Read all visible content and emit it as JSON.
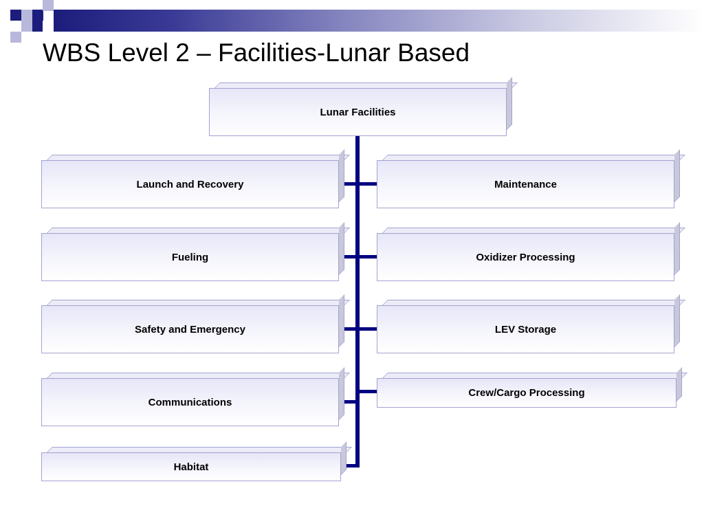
{
  "slide": {
    "title": "WBS Level 2 – Facilities-Lunar Based"
  },
  "diagram": {
    "root": {
      "label": "Lunar Facilities"
    },
    "left_items": [
      {
        "label": "Launch and Recovery"
      },
      {
        "label": "Fueling"
      },
      {
        "label": "Safety and Emergency"
      },
      {
        "label": "Communications"
      },
      {
        "label": "Habitat"
      }
    ],
    "right_items": [
      {
        "label": "Maintenance"
      },
      {
        "label": "Oxidizer Processing"
      },
      {
        "label": "LEV Storage"
      },
      {
        "label": "Crew/Cargo Processing"
      }
    ]
  },
  "colors": {
    "connector": "#000080",
    "box_border": "#a2a2d0",
    "header_dark": "#1c1c7c"
  }
}
